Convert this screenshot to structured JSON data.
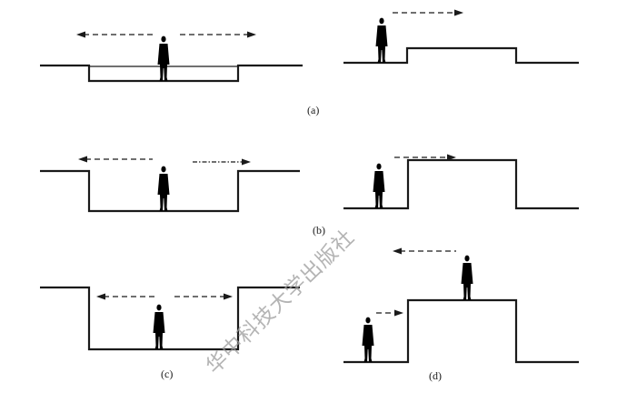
{
  "panels": {
    "a": {
      "label": "(a)"
    },
    "b": {
      "label": "(b)"
    },
    "c": {
      "label": "(c)"
    },
    "d": {
      "label": "(d)"
    }
  },
  "watermark": {
    "text": "华中科技大学出版社"
  }
}
